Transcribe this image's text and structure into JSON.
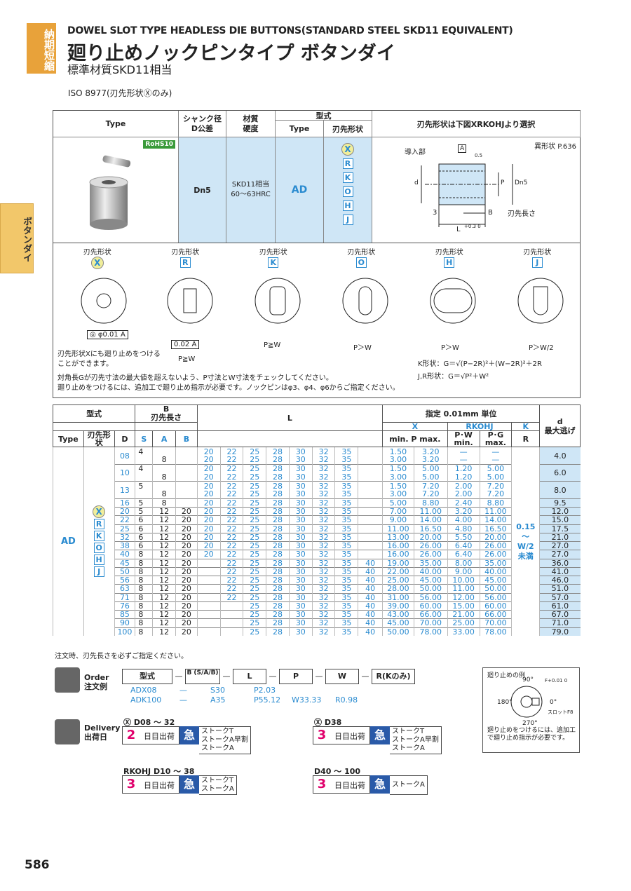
{
  "header": {
    "tag": "納期短縮",
    "title_en": "DOWEL SLOT TYPE HEADLESS DIE BUTTONS(STANDARD STEEL SKD11 EQUIVALENT)",
    "title_jp": "廻り止めノックピンタイプ ボタンダイ",
    "subtitle": "標準材質SKD11相当",
    "iso": "ISO 8977(刃先形状Ⓧのみ)",
    "side_tab": "ボタンダイ"
  },
  "spec": {
    "type_label": "Type",
    "shank_label": "シャンク径",
    "shank_label2": "D公差",
    "mat_label": "材質",
    "hard_label": "硬度",
    "kata": "型式",
    "kata_type": "Type",
    "kata_shape": "刃先形状",
    "select_label": "刃先形状は下図XRKOHJより選択",
    "rohs": "RoHS10",
    "shank_val": "Dn5",
    "mat_val": "SKD11相当",
    "hard_val": "60～63HRC",
    "type_val": "AD",
    "shapes": [
      "X",
      "R",
      "K",
      "O",
      "H",
      "J"
    ],
    "special": "異形状 P.636",
    "d_label": "導入部",
    "cut_len": "刃先長さ",
    "dim_3": "3",
    "dim_b": "B",
    "dim_l": "L",
    "dim_tol": "+0.3 0",
    "dim_a": "A",
    "dim_05": "0.5"
  },
  "shapes": {
    "label": "刃先形状",
    "items": [
      "X",
      "R",
      "K",
      "O",
      "H",
      "J"
    ],
    "tol_x": "◎ φ0.01 A",
    "tol_r": "0.02 A",
    "cond_r": "P≧W",
    "cond_k": "P≧W",
    "cond_o": "P＞W",
    "cond_h": "P＞W",
    "cond_j": "P＞W/2",
    "note_x": "刃先形状Xにも廻り止めをつけることができます。",
    "formula_k": "K形状：G＝√(P−2R)²＋(W−2R)²＋2R",
    "formula_jr": "J,R形状：G＝√P²＋W²",
    "note1": "対角長Gが刃先寸法の最大値を超えないよう、P寸法とW寸法をチェックしてください。",
    "note2": "廻り止めをつけるには、追加工で廻り止め指示が必要です。ノックピンはφ3、φ4、φ6からご指定ください。"
  },
  "table": {
    "h_kata": "型式",
    "h_b": "B",
    "h_b2": "刃先長さ",
    "h_l": "L",
    "h_unit": "指定 0.01mm 単位",
    "h_d": "d",
    "h_d2": "最大逃げ",
    "h_type": "Type",
    "h_shape": "刃先形状",
    "h_D": "D",
    "h_S": "S",
    "h_A": "A",
    "h_B": "B",
    "h_x": "X",
    "h_rkohj": "RKOHJ",
    "h_k": "K",
    "h_minp": "min. P max.",
    "h_pw": "P･W min.",
    "h_pg": "P･G max.",
    "h_r": "R",
    "type": "AD",
    "r_val": "0.15 ～ W/2 未満",
    "rows": [
      {
        "D": "08",
        "S": "4",
        "A": "",
        "B": "",
        "L": [
          "20",
          "22",
          "25",
          "28",
          "30",
          "32",
          "35",
          ""
        ],
        "minP": "1.50",
        "maxP": "3.20",
        "pw": "—",
        "pg": "—",
        "d": "4.0",
        "sub": 1
      },
      {
        "D": "",
        "S": "",
        "A": "8",
        "B": "",
        "L": [
          "20",
          "22",
          "25",
          "28",
          "30",
          "32",
          "35",
          ""
        ],
        "minP": "3.00",
        "maxP": "3.20",
        "pw": "—",
        "pg": "—",
        "d": "",
        "sub": 2
      },
      {
        "D": "10",
        "S": "4",
        "A": "",
        "B": "",
        "L": [
          "20",
          "22",
          "25",
          "28",
          "30",
          "32",
          "35",
          ""
        ],
        "minP": "1.50",
        "maxP": "5.00",
        "pw": "1.20",
        "pg": "5.00",
        "d": "6.0",
        "sub": 1
      },
      {
        "D": "",
        "S": "",
        "A": "8",
        "B": "",
        "L": [
          "20",
          "22",
          "25",
          "28",
          "30",
          "32",
          "35",
          ""
        ],
        "minP": "3.00",
        "maxP": "5.00",
        "pw": "1.20",
        "pg": "5.00",
        "d": "",
        "sub": 2
      },
      {
        "D": "13",
        "S": "5",
        "A": "",
        "B": "",
        "L": [
          "20",
          "22",
          "25",
          "28",
          "30",
          "32",
          "35",
          ""
        ],
        "minP": "1.50",
        "maxP": "7.20",
        "pw": "2.00",
        "pg": "7.20",
        "d": "8.0",
        "sub": 1
      },
      {
        "D": "",
        "S": "",
        "A": "8",
        "B": "",
        "L": [
          "20",
          "22",
          "25",
          "28",
          "30",
          "32",
          "35",
          ""
        ],
        "minP": "3.00",
        "maxP": "7.20",
        "pw": "2.00",
        "pg": "7.20",
        "d": "",
        "sub": 2
      },
      {
        "D": "16",
        "S": "5",
        "A": "8",
        "B": "",
        "L": [
          "20",
          "22",
          "25",
          "28",
          "30",
          "32",
          "35",
          ""
        ],
        "minP": "5.00",
        "maxP": "8.80",
        "pw": "2.40",
        "pg": "8.80",
        "d": "9.5"
      },
      {
        "D": "20",
        "S": "5",
        "A": "12",
        "B": "20",
        "L": [
          "20",
          "22",
          "25",
          "28",
          "30",
          "32",
          "35",
          ""
        ],
        "minP": "7.00",
        "maxP": "11.00",
        "pw": "3.20",
        "pg": "11.00",
        "d": "12.0"
      },
      {
        "D": "22",
        "S": "6",
        "A": "12",
        "B": "20",
        "L": [
          "20",
          "22",
          "25",
          "28",
          "30",
          "32",
          "35",
          ""
        ],
        "minP": "9.00",
        "maxP": "14.00",
        "pw": "4.00",
        "pg": "14.00",
        "d": "15.0"
      },
      {
        "D": "25",
        "S": "6",
        "A": "12",
        "B": "20",
        "L": [
          "20",
          "22",
          "25",
          "28",
          "30",
          "32",
          "35",
          ""
        ],
        "minP": "11.00",
        "maxP": "16.50",
        "pw": "4.80",
        "pg": "16.50",
        "d": "17.5"
      },
      {
        "D": "32",
        "S": "6",
        "A": "12",
        "B": "20",
        "L": [
          "20",
          "22",
          "25",
          "28",
          "30",
          "32",
          "35",
          ""
        ],
        "minP": "13.00",
        "maxP": "20.00",
        "pw": "5.50",
        "pg": "20.00",
        "d": "21.0"
      },
      {
        "D": "38",
        "S": "6",
        "A": "12",
        "B": "20",
        "L": [
          "20",
          "22",
          "25",
          "28",
          "30",
          "32",
          "35",
          ""
        ],
        "minP": "16.00",
        "maxP": "26.00",
        "pw": "6.40",
        "pg": "26.00",
        "d": "27.0"
      },
      {
        "D": "40",
        "S": "8",
        "A": "12",
        "B": "20",
        "L": [
          "20",
          "22",
          "25",
          "28",
          "30",
          "32",
          "35",
          ""
        ],
        "minP": "16.00",
        "maxP": "26.00",
        "pw": "6.40",
        "pg": "26.00",
        "d": "27.0"
      },
      {
        "D": "45",
        "S": "8",
        "A": "12",
        "B": "20",
        "L": [
          "",
          "22",
          "25",
          "28",
          "30",
          "32",
          "35",
          "40"
        ],
        "minP": "19.00",
        "maxP": "35.00",
        "pw": "8.00",
        "pg": "35.00",
        "d": "36.0"
      },
      {
        "D": "50",
        "S": "8",
        "A": "12",
        "B": "20",
        "L": [
          "",
          "22",
          "25",
          "28",
          "30",
          "32",
          "35",
          "40"
        ],
        "minP": "22.00",
        "maxP": "40.00",
        "pw": "9.00",
        "pg": "40.00",
        "d": "41.0"
      },
      {
        "D": "56",
        "S": "8",
        "A": "12",
        "B": "20",
        "L": [
          "",
          "22",
          "25",
          "28",
          "30",
          "32",
          "35",
          "40"
        ],
        "minP": "25.00",
        "maxP": "45.00",
        "pw": "10.00",
        "pg": "45.00",
        "d": "46.0"
      },
      {
        "D": "63",
        "S": "8",
        "A": "12",
        "B": "20",
        "L": [
          "",
          "22",
          "25",
          "28",
          "30",
          "32",
          "35",
          "40"
        ],
        "minP": "28.00",
        "maxP": "50.00",
        "pw": "11.00",
        "pg": "50.00",
        "d": "51.0"
      },
      {
        "D": "71",
        "S": "8",
        "A": "12",
        "B": "20",
        "L": [
          "",
          "22",
          "25",
          "28",
          "30",
          "32",
          "35",
          "40"
        ],
        "minP": "31.00",
        "maxP": "56.00",
        "pw": "12.00",
        "pg": "56.00",
        "d": "57.0"
      },
      {
        "D": "76",
        "S": "8",
        "A": "12",
        "B": "20",
        "L": [
          "",
          "",
          "25",
          "28",
          "30",
          "32",
          "35",
          "40"
        ],
        "minP": "39.00",
        "maxP": "60.00",
        "pw": "15.00",
        "pg": "60.00",
        "d": "61.0"
      },
      {
        "D": "85",
        "S": "8",
        "A": "12",
        "B": "20",
        "L": [
          "",
          "",
          "25",
          "28",
          "30",
          "32",
          "35",
          "40"
        ],
        "minP": "43.00",
        "maxP": "66.00",
        "pw": "21.00",
        "pg": "66.00",
        "d": "67.0"
      },
      {
        "D": "90",
        "S": "8",
        "A": "12",
        "B": "20",
        "L": [
          "",
          "",
          "25",
          "28",
          "30",
          "32",
          "35",
          "40"
        ],
        "minP": "45.00",
        "maxP": "70.00",
        "pw": "25.00",
        "pg": "70.00",
        "d": "71.0"
      },
      {
        "D": "100",
        "S": "8",
        "A": "12",
        "B": "20",
        "L": [
          "",
          "",
          "25",
          "28",
          "30",
          "32",
          "35",
          "40"
        ],
        "minP": "50.00",
        "maxP": "78.00",
        "pw": "33.00",
        "pg": "78.00",
        "d": "79.0"
      }
    ],
    "note": "注文時、刃先長さを必ずご指定ください。"
  },
  "order": {
    "label": "Order",
    "label_jp": "注文例",
    "cols": [
      "型式",
      "B (S/A/B)",
      "L",
      "P",
      "W",
      "R(Kのみ)"
    ],
    "ex1": [
      "ADX08",
      "—",
      "S30",
      "P2.03",
      "",
      ""
    ],
    "ex2": [
      "ADK100",
      "—",
      "A35",
      "P55.12",
      "W33.33",
      "R0.98"
    ]
  },
  "rot": {
    "title": "廻り止めの例",
    "a90": "90°",
    "a180": "180°",
    "a0": "0°",
    "a270": "270°",
    "f": "F+0.01 0",
    "slot": "スロットF8",
    "note": "廻り止めをつけるには、追加工で廻り止め指示が必要です。"
  },
  "delivery": {
    "label": "Delivery",
    "label_jp": "出荷日",
    "g1_title": "Ⓧ D08 ～ 32",
    "g1_day": "2",
    "g2_title": "Ⓧ D38",
    "g2_day": "3",
    "g3_title": "RKOHJ D10 ～ 38",
    "g3_day": "3",
    "g4_title": "D40 ～ 100",
    "g4_day": "3",
    "day_text": "日目出荷",
    "kyu": "急",
    "s_t": "ストークT",
    "s_ah": "ストークA早割",
    "s_a": "ストークA"
  },
  "page": "586"
}
